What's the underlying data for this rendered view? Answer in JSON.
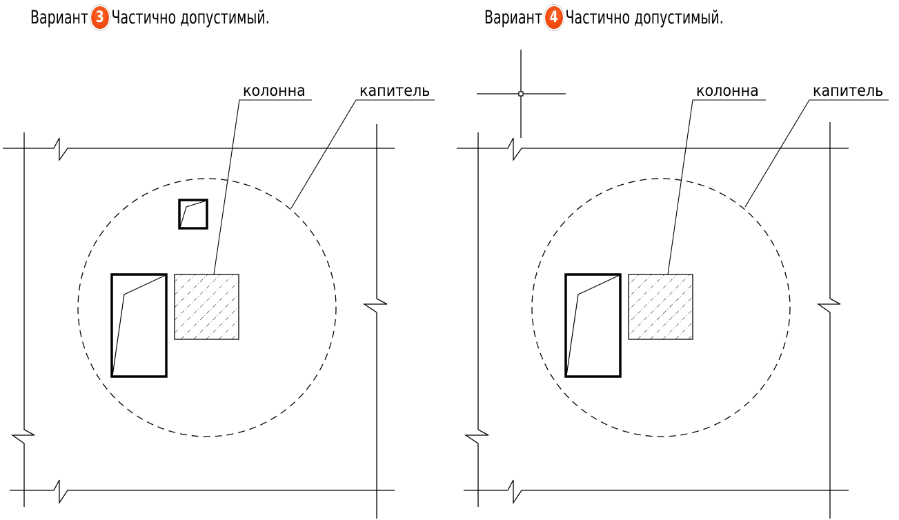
{
  "variants": [
    {
      "prefix": "Вариант",
      "number": "3",
      "suffix": "Частично допустимый.",
      "labels": {
        "column": "колонна",
        "capital": "капитель"
      },
      "has_small_opening": true,
      "has_cursor": false
    },
    {
      "prefix": "Вариант",
      "number": "4",
      "suffix": "Частично допустимый.",
      "labels": {
        "column": "колонна",
        "capital": "капитель"
      },
      "has_small_opening": false,
      "has_cursor": true
    }
  ],
  "colors": {
    "line": "#000000",
    "badge": "#f24a10",
    "background": "#ffffff"
  }
}
